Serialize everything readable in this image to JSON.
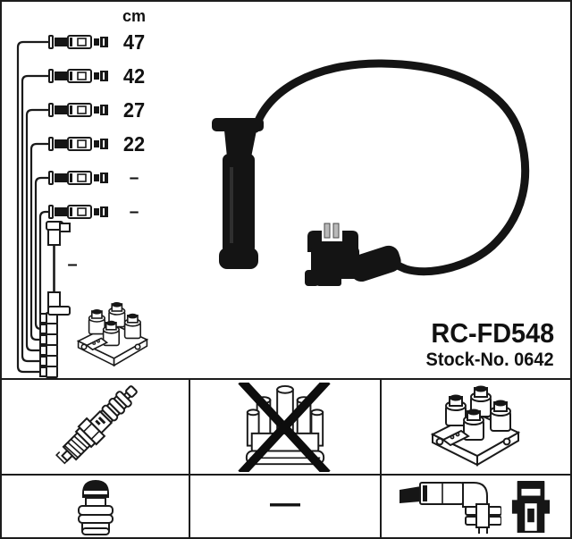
{
  "part": {
    "model": "RC-FD548",
    "stock_no": "Stock-No. 0642"
  },
  "measurements": {
    "unit": "cm",
    "cable_lengths": [
      "47",
      "42",
      "27",
      "22",
      "–",
      "–"
    ],
    "coil_cable_length": "–"
  },
  "legend": {
    "row1_icons": [
      "spark-plug",
      "distributor-cap-crossed-out",
      "ignition-coil-pack"
    ],
    "row2_icons": [
      "plug-boot-connector",
      "dash",
      "coil-connector-pair"
    ],
    "dash": "—"
  },
  "diagram_icons": [
    "cable-set-schematic",
    "ignition-coil-pack",
    "coil-to-coil-cable"
  ],
  "photo": "ignition-lead-with-boot-and-coil-connector",
  "colors": {
    "background": "#ffffff",
    "line": "#1a1a1a",
    "photo_black": "#141414",
    "pin_silver": "#b9b9b9"
  }
}
